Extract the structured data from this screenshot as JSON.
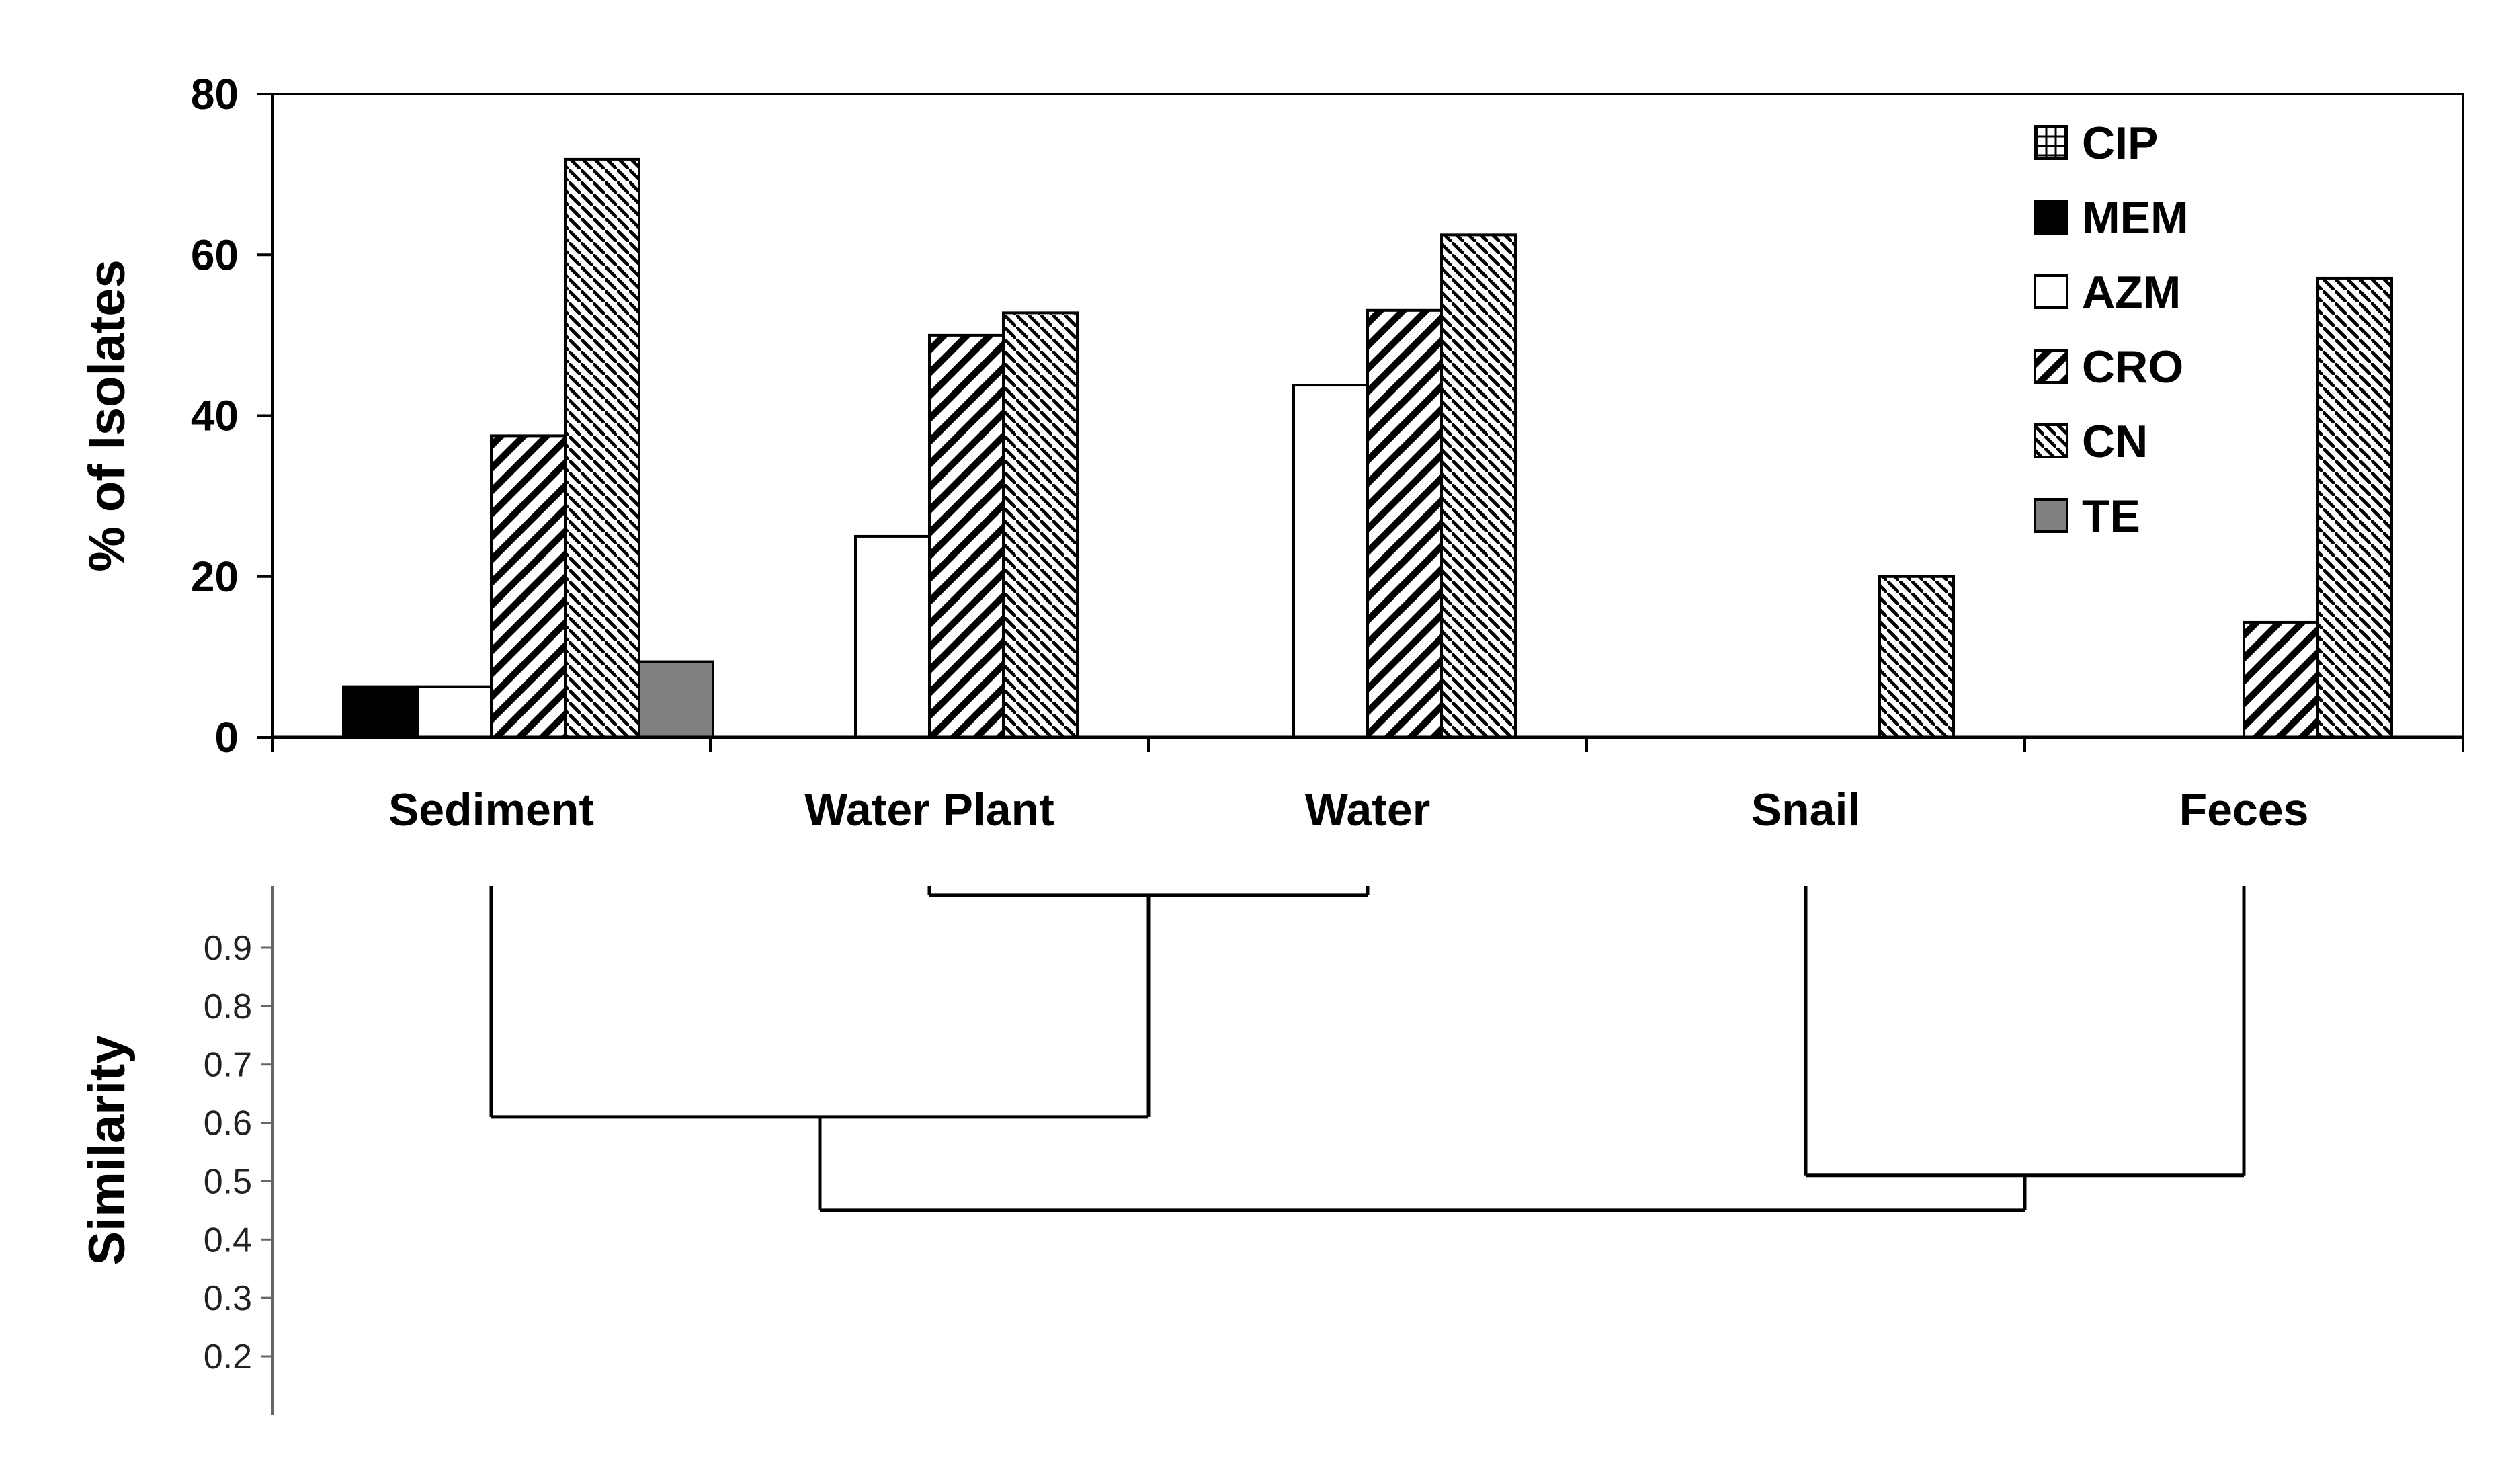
{
  "chart_data": [
    {
      "type": "bar",
      "categories": [
        "Sediment",
        "Water Plant",
        "Water",
        "Snail",
        "Feces"
      ],
      "series": [
        {
          "name": "CIP",
          "values": [
            0,
            0,
            0,
            0,
            0
          ]
        },
        {
          "name": "MEM",
          "values": [
            6.3,
            0,
            0,
            0,
            0
          ]
        },
        {
          "name": "AZM",
          "values": [
            6.3,
            25,
            43.8,
            0,
            0
          ]
        },
        {
          "name": "CRO",
          "values": [
            37.5,
            50,
            53.1,
            0,
            14.3
          ]
        },
        {
          "name": "CN",
          "values": [
            71.9,
            52.8,
            62.5,
            20,
            57.1
          ]
        },
        {
          "name": "TE",
          "values": [
            9.4,
            0,
            0,
            0,
            0
          ]
        }
      ],
      "ylabel": "% of Isolates",
      "xlabel": "",
      "ylim": [
        0,
        80
      ],
      "yticks": [
        "0",
        "20",
        "40",
        "60",
        "80"
      ],
      "legend_position": "top-right",
      "grid": false
    },
    {
      "type": "dendrogram",
      "ylabel": "Similarity",
      "yticks": [
        "0.2",
        "0.3",
        "0.4",
        "0.5",
        "0.6",
        "0.7",
        "0.8",
        "0.9"
      ],
      "leaves": [
        "Sediment",
        "Water Plant",
        "Water",
        "Snail",
        "Feces"
      ],
      "merges": [
        {
          "left": "Water Plant",
          "right": "Water",
          "similarity": 0.99
        },
        {
          "left": "Sediment",
          "right": "Water Plant + Water",
          "similarity": 0.61
        },
        {
          "left": "Snail",
          "right": "Feces",
          "similarity": 0.51
        },
        {
          "left": "Sediment + Water Plant + Water",
          "right": "Snail + Feces",
          "similarity": 0.45
        }
      ]
    }
  ]
}
